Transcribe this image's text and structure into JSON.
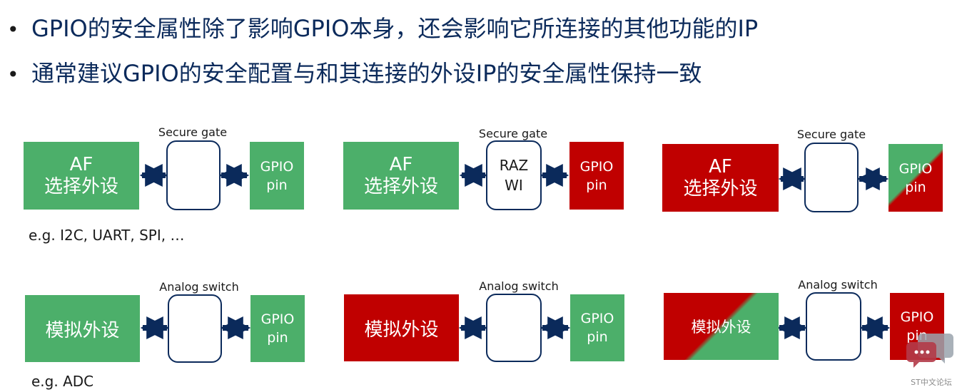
{
  "bullets": [
    "GPIO的安全属性除了影响GPIO本身，还会影响它所连接的其他功能的IP",
    "通常建议GPIO的安全配置与和其连接的外设IP的安全属性保持一致"
  ],
  "bullet_symbol": "•",
  "row1": {
    "gate_label": "Secure gate",
    "peripheral_line1": "AF",
    "peripheral_line2": "选择外设",
    "pin_line1": "GPIO",
    "pin_line2": "pin",
    "raz_line1": "RAZ",
    "raz_line2": "WI",
    "example": "e.g. I2C, UART, SPI, …"
  },
  "row2": {
    "gate_label": "Analog switch",
    "peripheral": "模拟外设",
    "pin_line1": "GPIO",
    "pin_line2": "pin",
    "example": "e.g. ADC"
  },
  "colors": {
    "green": "#4caf6a",
    "red": "#c00000",
    "navy": "#0b2a5b"
  },
  "watermark": {
    "text": "ST中文论坛",
    "icon": "chat-bubble-icon"
  }
}
